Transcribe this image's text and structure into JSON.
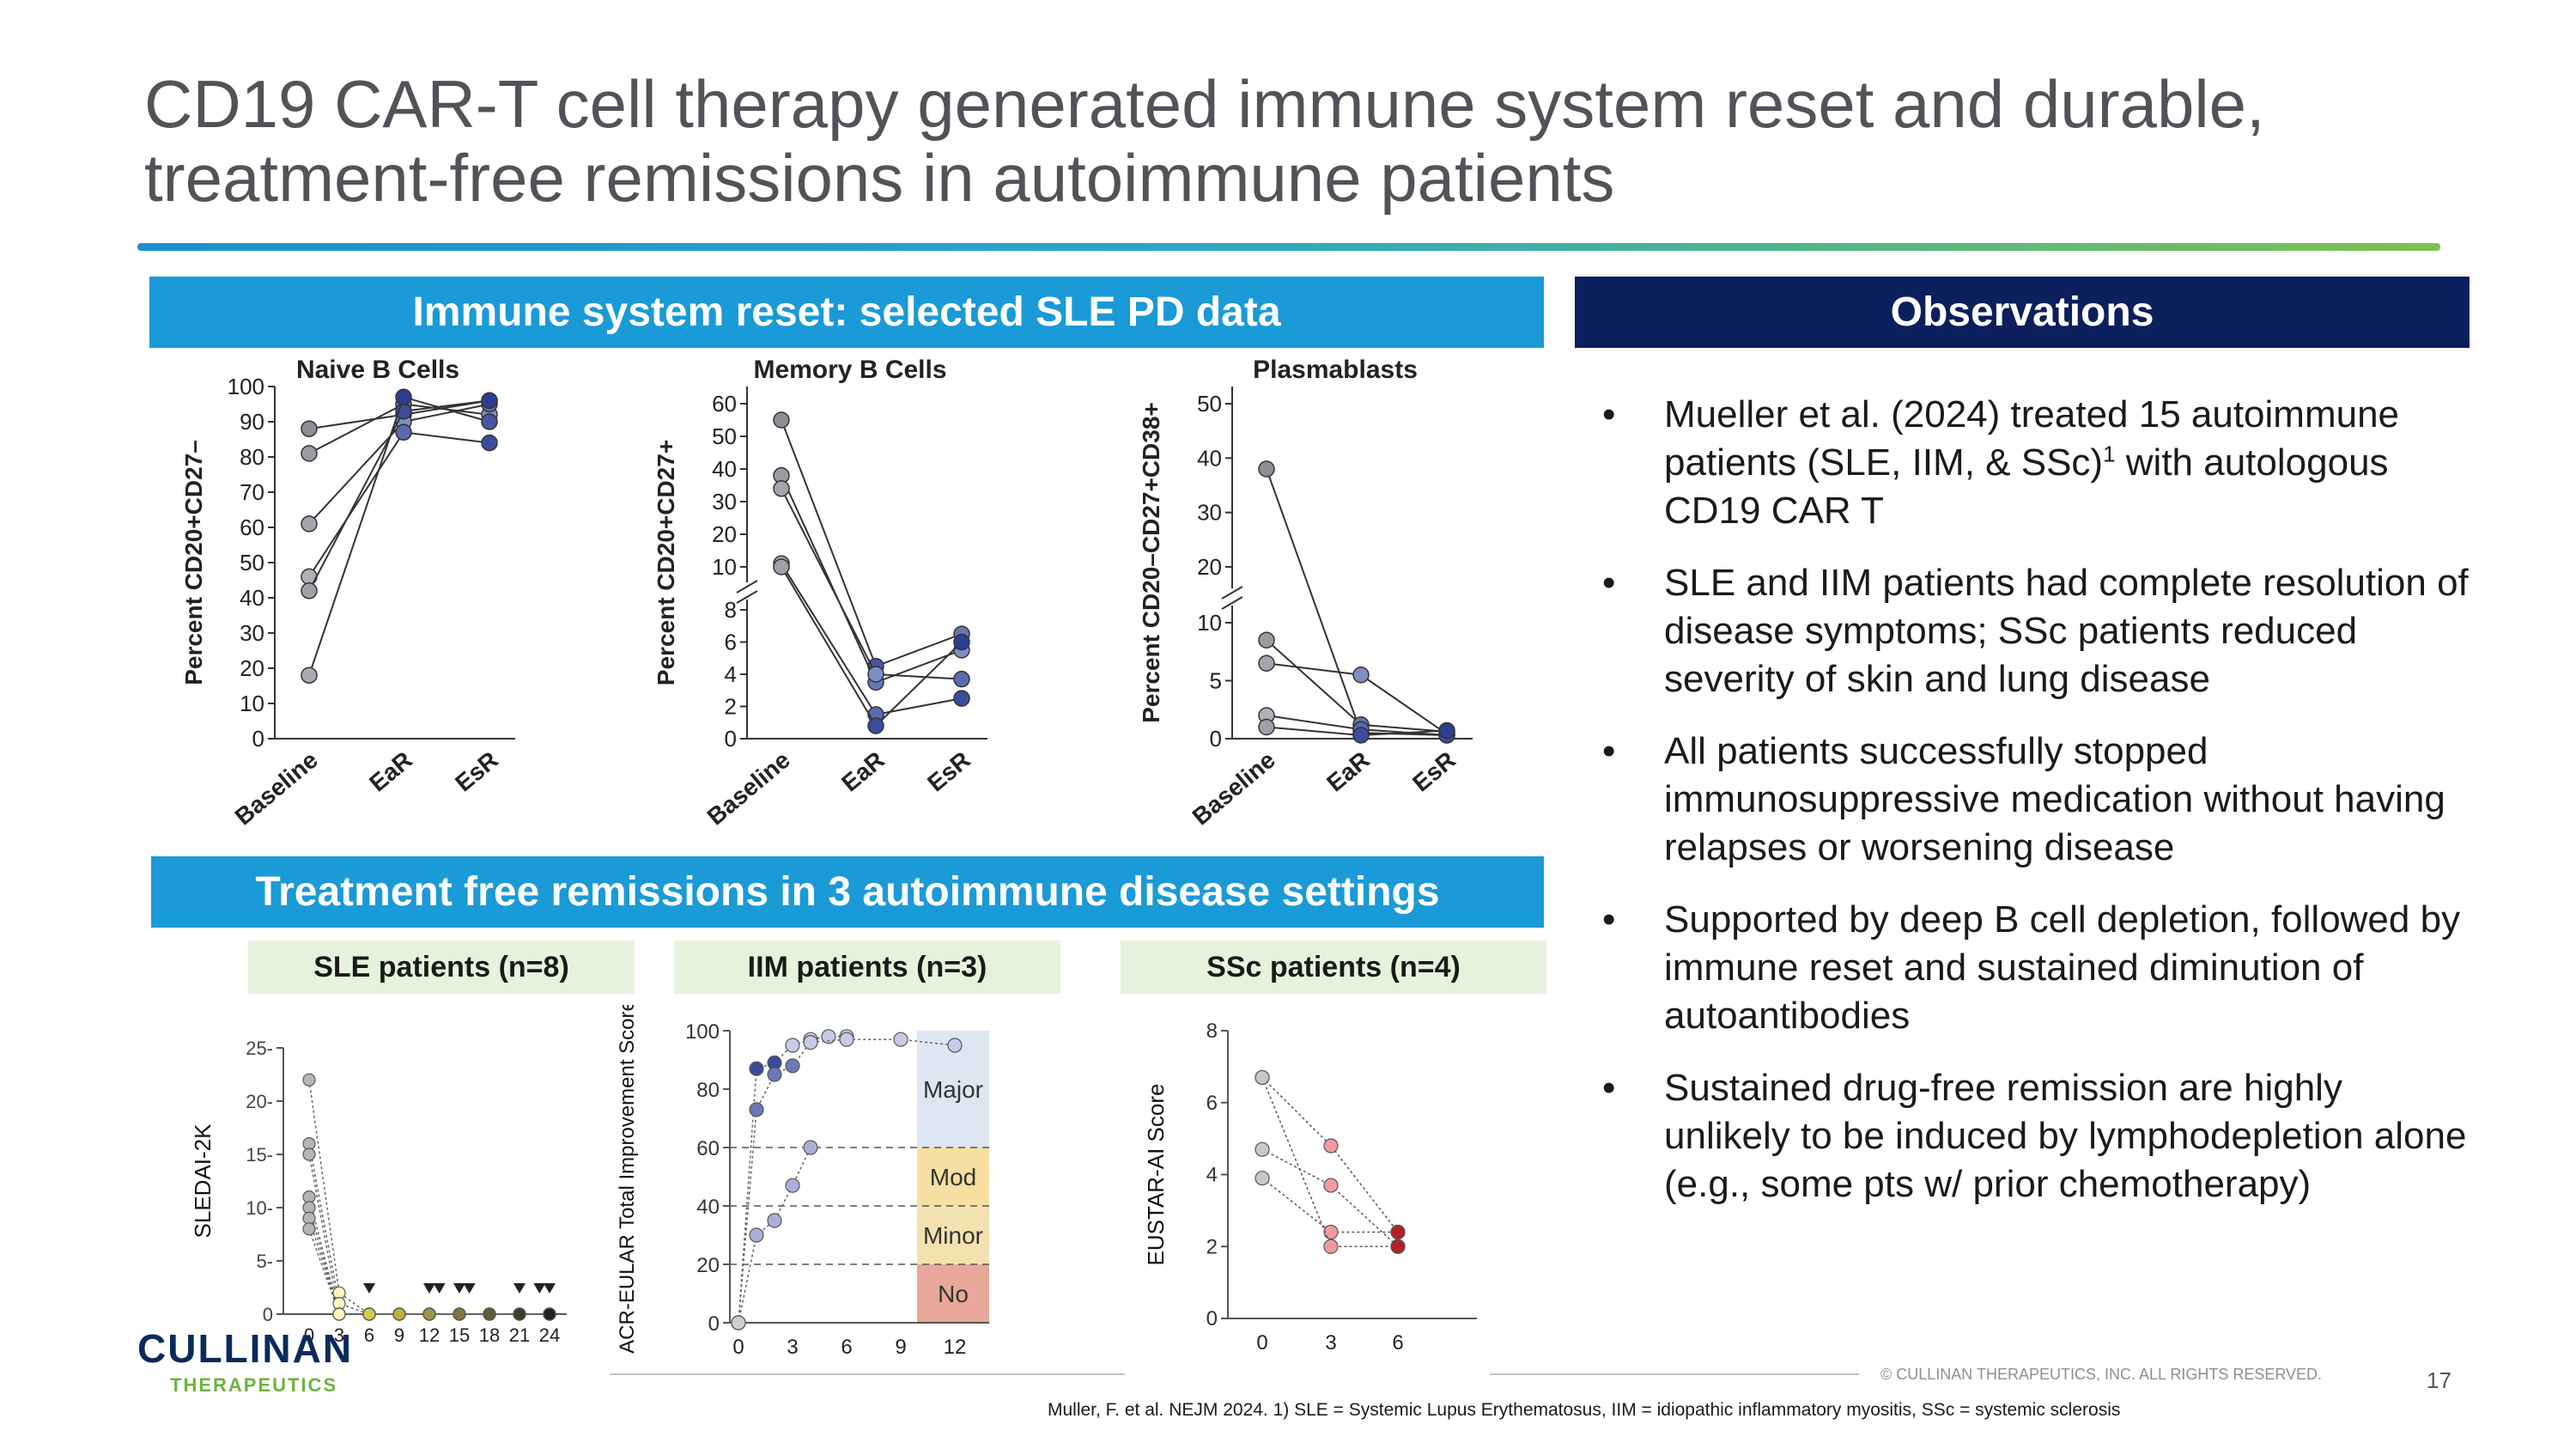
{
  "title_line1": "CD19 CAR-T cell therapy generated immune system reset and durable,",
  "title_line2": "treatment-free remissions in autoimmune patients",
  "headers": {
    "immune_reset": "Immune system reset: selected SLE PD data",
    "observations": "Observations",
    "remissions": "Treatment free remissions in 3 autoimmune disease settings"
  },
  "subheaders": {
    "sle": "SLE patients (n=8)",
    "iim": "IIM patients (n=3)",
    "ssc": "SSc patients (n=4)"
  },
  "observations": [
    {
      "pre": "Mueller et al. (2024) treated 15 autoimmune patients (SLE, IIM, & SSc)",
      "sup": "1",
      "post": " with autologous CD19 CAR T"
    },
    {
      "pre": "SLE and IIM patients had complete resolution of disease symptoms; SSc patients reduced severity of skin and lung disease",
      "sup": "",
      "post": ""
    },
    {
      "pre": "All patients successfully stopped immunosuppressive medication without having relapses or worsening disease",
      "sup": "",
      "post": ""
    },
    {
      "pre": "Supported by deep B cell depletion, followed by immune reset and sustained diminution of autoantibodies",
      "sup": "",
      "post": ""
    },
    {
      "pre": "Sustained drug-free remission are highly unlikely to be induced by lymphodepletion alone (e.g., some pts w/ prior chemotherapy)",
      "sup": "",
      "post": ""
    }
  ],
  "bullet_char": "•",
  "footer": {
    "copyright": "© CULLINAN THERAPEUTICS, INC. ALL RIGHTS RESERVED.",
    "page_number": "17",
    "footnote": "Muller, F. et al. NEJM 2024. 1) SLE = Systemic Lupus Erythematosus, IIM = idiopathic inflammatory myositis, SSc = systemic sclerosis",
    "logo_text": "CULLINAN",
    "logo_subtext": "THERAPEUTICS"
  },
  "colors": {
    "header_blue": "#1a9ad6",
    "header_navy": "#0a1f5c",
    "subheader_green": "#e6f3dc",
    "logo_navy": "#0a2a5c",
    "logo_green": "#6cb33f"
  },
  "chart_data": [
    {
      "type": "line",
      "title": "Naive B Cells",
      "ylabel": "Percent CD20+CD27–",
      "categories": [
        "Baseline",
        "EaR",
        "EsR"
      ],
      "ylim": [
        0,
        100
      ],
      "yticks": [
        "0",
        "10",
        "20",
        "30",
        "40",
        "50",
        "60",
        "70",
        "80",
        "90",
        "100"
      ],
      "series": [
        {
          "values": [
            88,
            92,
            96
          ]
        },
        {
          "values": [
            81,
            95,
            92
          ]
        },
        {
          "values": [
            61,
            90,
            95
          ]
        },
        {
          "values": [
            46,
            87,
            84
          ]
        },
        {
          "values": [
            42,
            93,
            96
          ]
        },
        {
          "values": [
            18,
            97,
            90
          ]
        }
      ]
    },
    {
      "type": "line",
      "title": "Memory B Cells",
      "ylabel": "Percent CD20+CD27+",
      "categories": [
        "Baseline",
        "EaR",
        "EsR"
      ],
      "broken_axis": true,
      "yticks_upper": [
        "10",
        "20",
        "30",
        "40",
        "50",
        "60"
      ],
      "yticks_lower": [
        "0",
        "2",
        "4",
        "6",
        "8"
      ],
      "series": [
        {
          "values": [
            55,
            4.5,
            6.5
          ]
        },
        {
          "values": [
            38,
            3.5,
            5.5
          ]
        },
        {
          "values": [
            34,
            4,
            3.7
          ]
        },
        {
          "values": [
            11,
            1.5,
            2.5
          ]
        },
        {
          "values": [
            10,
            0.8,
            6
          ]
        }
      ]
    },
    {
      "type": "line",
      "title": "Plasmablasts",
      "ylabel": "Percent CD20–CD27+CD38+",
      "categories": [
        "Baseline",
        "EaR",
        "EsR"
      ],
      "broken_axis": true,
      "yticks_upper": [
        "20",
        "30",
        "40",
        "50"
      ],
      "yticks_lower": [
        "0",
        "5",
        "10"
      ],
      "series": [
        {
          "values": [
            38,
            0.5,
            0.3
          ]
        },
        {
          "values": [
            8.5,
            1.2,
            0.6
          ]
        },
        {
          "values": [
            6.5,
            5.5,
            0.4
          ]
        },
        {
          "values": [
            2,
            0.8,
            0.3
          ]
        },
        {
          "values": [
            1,
            0.3,
            0.7
          ]
        }
      ]
    },
    {
      "type": "line",
      "ylabel": "SLEDAI-2K",
      "x": [
        0,
        3,
        6,
        9,
        12,
        15,
        18,
        21,
        24
      ],
      "ylim": [
        0,
        25
      ],
      "yticks": [
        "0",
        "5-",
        "10-",
        "15-",
        "20-",
        "25-"
      ],
      "series": [
        {
          "values": [
            22,
            2,
            0,
            0,
            0,
            0,
            0,
            0,
            0
          ]
        },
        {
          "values": [
            16,
            1,
            0,
            0,
            0,
            0,
            0,
            0,
            0
          ]
        },
        {
          "values": [
            15,
            0,
            0,
            0,
            0,
            0,
            0,
            0,
            0
          ]
        },
        {
          "values": [
            11,
            0,
            0,
            0,
            0,
            0,
            0,
            0,
            0
          ]
        },
        {
          "values": [
            10,
            0,
            0,
            0,
            0,
            0,
            0,
            0,
            0
          ]
        },
        {
          "values": [
            9,
            0,
            0,
            0,
            0,
            0,
            0,
            0,
            0
          ]
        },
        {
          "values": [
            8,
            0,
            0,
            0,
            0,
            0,
            0,
            0,
            0
          ]
        }
      ],
      "markers_x": [
        6,
        12,
        13,
        15,
        16,
        21,
        23,
        24
      ]
    },
    {
      "type": "scatter",
      "ylabel": "ACR-EULAR Total Improvement Score",
      "xticks": [
        "0",
        "3",
        "6",
        "9",
        "12"
      ],
      "ylim": [
        0,
        100
      ],
      "yticks": [
        "0",
        "20",
        "40",
        "60",
        "80",
        "100"
      ],
      "bands": [
        {
          "label": "No",
          "from": 0,
          "to": 20,
          "color": "#e8a89a"
        },
        {
          "label": "Minor",
          "from": 20,
          "to": 40,
          "color": "#f3e1b0"
        },
        {
          "label": "Mod",
          "from": 40,
          "to": 60,
          "color": "#f6dfa0"
        },
        {
          "label": "Major",
          "from": 60,
          "to": 100,
          "color": "#dce7f1"
        }
      ],
      "series": [
        {
          "points": [
            [
              0,
              0
            ],
            [
              1,
              87
            ],
            [
              2,
              89
            ],
            [
              3,
              95
            ],
            [
              4,
              97
            ],
            [
              5,
              98
            ],
            [
              6,
              98
            ]
          ]
        },
        {
          "points": [
            [
              0,
              0
            ],
            [
              1,
              73
            ],
            [
              2,
              85
            ],
            [
              3,
              88
            ],
            [
              4,
              96
            ],
            [
              6,
              97
            ],
            [
              9,
              97
            ],
            [
              12,
              95
            ]
          ]
        },
        {
          "points": [
            [
              0,
              0
            ],
            [
              1,
              30
            ],
            [
              2,
              35
            ],
            [
              3,
              47
            ],
            [
              4,
              60
            ]
          ]
        }
      ]
    },
    {
      "type": "line",
      "ylabel": "EUSTAR-AI Score",
      "xticks": [
        "0",
        "3",
        "6"
      ],
      "ylim": [
        0,
        8
      ],
      "yticks": [
        "0",
        "2",
        "4",
        "6",
        "8"
      ],
      "series": [
        {
          "values": [
            6.7,
            4.8,
            2.4
          ]
        },
        {
          "values": [
            4.7,
            3.7,
            2.0
          ]
        },
        {
          "values": [
            3.9,
            2.4,
            2.4
          ]
        },
        {
          "values": [
            6.7,
            2.0,
            2.0
          ]
        }
      ]
    }
  ]
}
